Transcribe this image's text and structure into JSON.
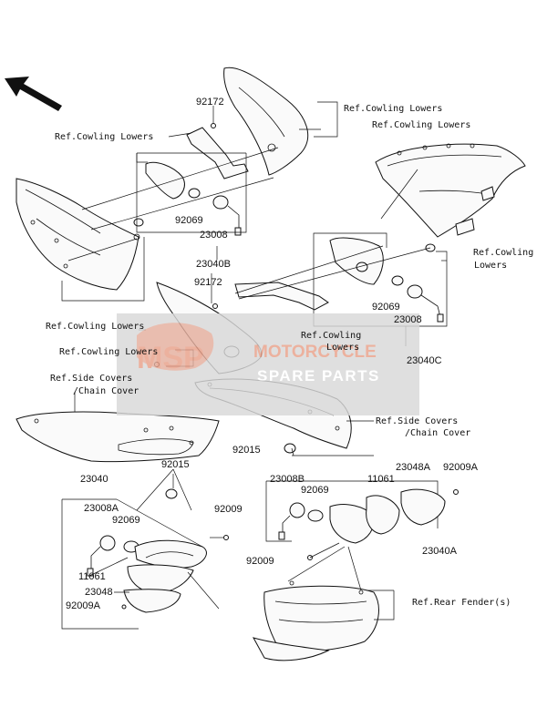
{
  "labels": {
    "ref_cowling_lowers": "Ref.Cowling Lowers",
    "ref_cowling": "Ref.Cowling",
    "lowers": "Lowers",
    "ref_side_covers": "Ref.Side Covers",
    "chain_cover": "/Chain Cover",
    "ref_rear_fender": "Ref.Rear Fender(s)"
  },
  "parts": {
    "p92172": "92172",
    "p92069": "92069",
    "p23008": "23008",
    "p23040B": "23040B",
    "p23008_2": "23008",
    "p23040C": "23040C",
    "p92015": "92015",
    "p23040": "23040",
    "p23008A": "23008A",
    "p92009": "92009",
    "p11061": "11061",
    "p23048": "23048",
    "p92009A": "92009A",
    "p23008B": "23008B",
    "p23048A": "23048A",
    "p23040A": "23040A"
  },
  "watermark": {
    "badge": "MSP",
    "line1": "MOTORCYCLE",
    "line2": "SPARE PARTS"
  },
  "colors": {
    "watermark_bg": "#d9d9d9",
    "watermark_accent": "#e8a089",
    "line": "#111111"
  }
}
